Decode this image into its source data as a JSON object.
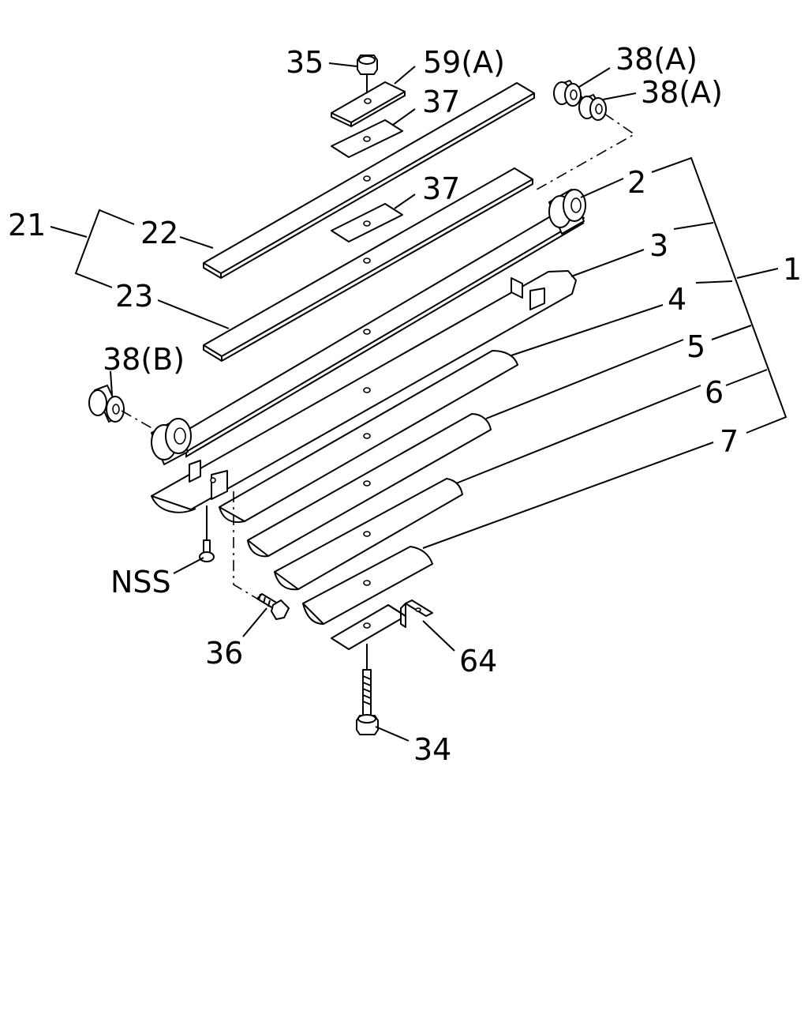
{
  "diagram": {
    "labels": {
      "p35": "35",
      "p59a": "59(A)",
      "p37_top": "37",
      "p37_mid": "37",
      "p38a_1": "38(A)",
      "p38a_2": "38(A)",
      "p2": "2",
      "p21": "21",
      "p22": "22",
      "p23": "23",
      "p3": "3",
      "p1": "1",
      "p4": "4",
      "p5": "5",
      "p6": "6",
      "p7": "7",
      "p38b": "38(B)",
      "pnss": "NSS",
      "p36": "36",
      "p64": "64",
      "p34": "34"
    }
  }
}
